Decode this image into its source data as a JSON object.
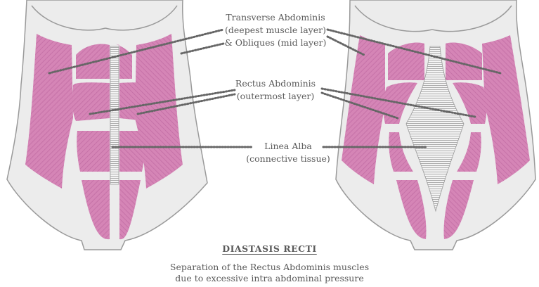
{
  "labels": {
    "transverse": [
      "Transverse Abdominis",
      "(deepest muscle layer)",
      "& Obliques (mid layer)"
    ],
    "rectus": [
      "Rectus Abdominis",
      "(outermost layer)"
    ],
    "linea": [
      "Linea Alba",
      "(connective tissue)"
    ]
  },
  "caption": {
    "title": "DIASTASIS RECTI",
    "line1": "Separation of the Rectus Abdominis muscles",
    "line2": "due to excessive intra abdominal pressure"
  },
  "colors": {
    "muscle": "#d27fb1",
    "muscle_dark": "#b8609a",
    "skin": "#ececec",
    "outline": "#9a9a9a",
    "pointer": "#666666",
    "text": "#5a5a5a"
  }
}
